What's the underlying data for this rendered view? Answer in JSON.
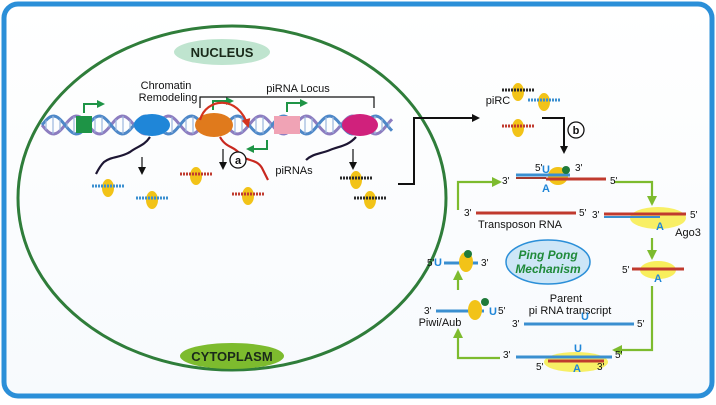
{
  "labels": {
    "nucleus": "NUCLEUS",
    "cytoplasm": "CYTOPLASM",
    "chromatin_line1": "Chromatin",
    "chromatin_line2": "Remodeling",
    "pirna_locus": "piRNA Locus",
    "pirnas": "piRNAs",
    "pirc": "piRC",
    "step_a": "a",
    "step_b": "b",
    "transposon_rna": "Transposon RNA",
    "ago3": "Ago3",
    "ping_pong_line1": "Ping Pong",
    "ping_pong_line2": "Mechanism",
    "parent_line1": "Parent",
    "parent_line2": "pi RNA transcript",
    "piwi_aub": "Piwi/Aub"
  },
  "ends": {
    "three_prime": "3'",
    "five_prime": "5'"
  },
  "bases": {
    "uracil": "U",
    "adenine": "A"
  },
  "colors": {
    "frame": "#2b8fd8",
    "nucleus_border": "#2f7d3a",
    "nucleus_badge": "#bfe4cf",
    "cytoplasm_badge": "#7dbb2e",
    "green_arrow": "#7dbb2e",
    "piwi_protein": "#f2c318",
    "pirna_blue": "#3a8fd0",
    "pirna_red": "#c03a2e",
    "dna_purple": "#8c7dc0",
    "dna_blue": "#4e88c8",
    "ping_pong_fill": "#cde6f7",
    "ping_pong_text": "#1f8a3a",
    "protein_blue": "#1f86d8",
    "protein_orange": "#e07a1c",
    "protein_pink": "#f0a3b5",
    "protein_magenta": "#d0217c",
    "gene_green": "#1e9446",
    "methyl_green": "#1f7a3a"
  }
}
